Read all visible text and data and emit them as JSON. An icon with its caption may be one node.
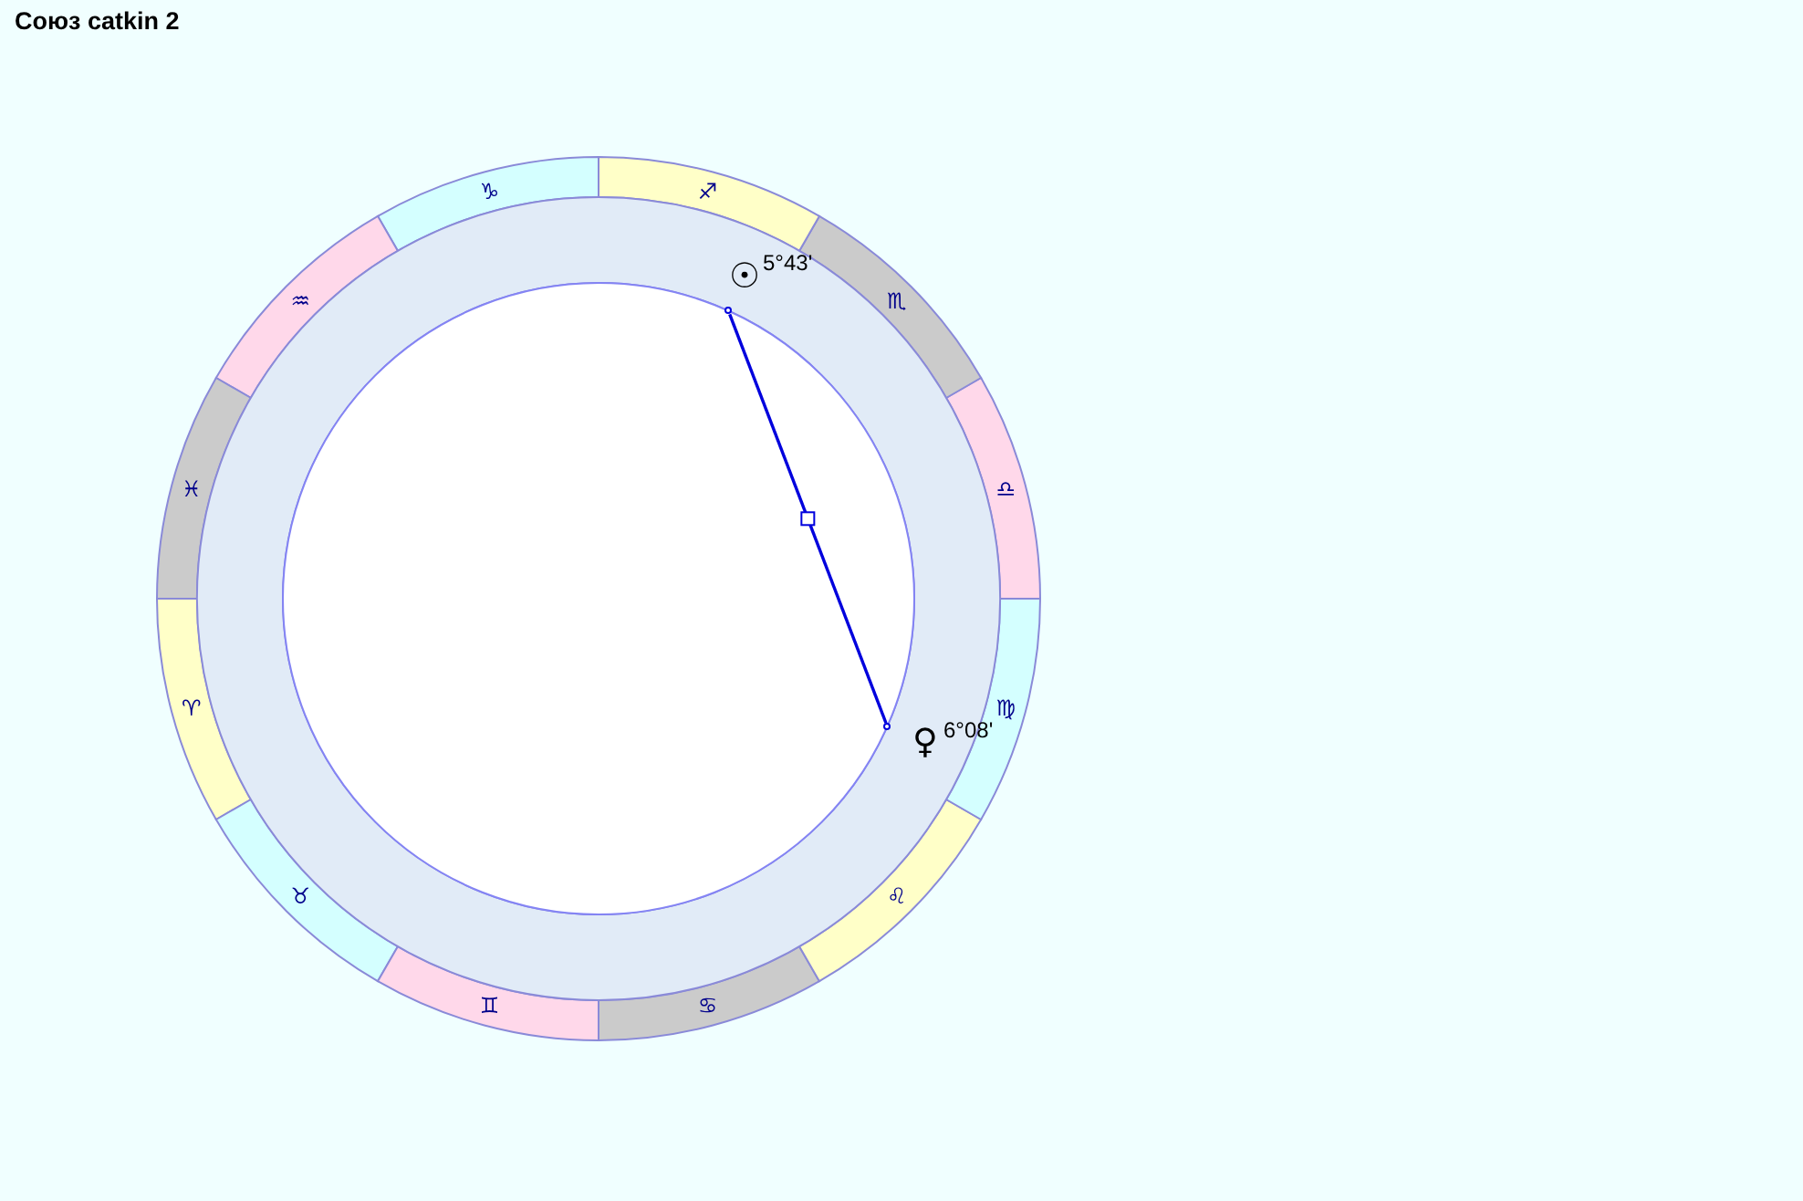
{
  "diagram": {
    "title": "Союз catkin 2",
    "nodes": [
      {
        "text": [
          "♈"
        ]
      },
      {
        "text": [
          "♉"
        ]
      },
      {
        "text": [
          "♊"
        ]
      },
      {
        "text": [
          "♋"
        ]
      },
      {
        "text": [
          "♌"
        ]
      },
      {
        "text": [
          "♍"
        ]
      },
      {
        "text": [
          "♎"
        ]
      },
      {
        "text": [
          "♏"
        ]
      },
      {
        "text": [
          "♐"
        ]
      },
      {
        "text": [
          "♑"
        ]
      },
      {
        "text": [
          "♒"
        ]
      },
      {
        "text": [
          "♓"
        ]
      },
      {
        "text": [
          "☉"
        ],
        "beside": [
          "5°43'"
        ]
      },
      {
        "text": [
          "♀"
        ],
        "beside": [
          "6°08'"
        ]
      },
      {
        "text": [],
        "shape": "circle"
      },
      {
        "text": [],
        "shape": "circle"
      }
    ],
    "edges": [
      {
        "from": 14,
        "to": 15,
        "arrow": "none"
      }
    ]
  }
}
